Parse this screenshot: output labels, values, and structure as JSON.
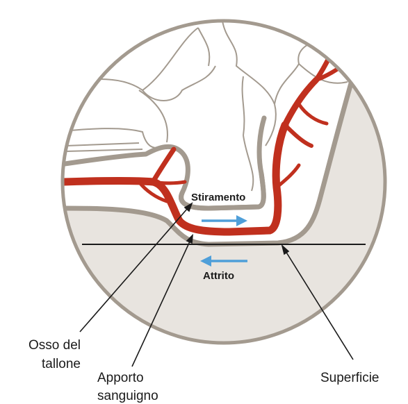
{
  "labels": {
    "stretch": "Stiramento",
    "friction": "Attrito",
    "heel_bone_line1": "Osso del",
    "heel_bone_line2": "tallone",
    "blood_supply_line1": "Apporto",
    "blood_supply_line2": "sanguigno",
    "surface": "Superficie"
  },
  "colors": {
    "circle_border": "#a39a8f",
    "tissue": "#e8e4df",
    "vessel": "#c0301e",
    "arrow_blue": "#4f9fd9",
    "line": "#1a1a1a",
    "bone_outline": "#a39a8f"
  }
}
